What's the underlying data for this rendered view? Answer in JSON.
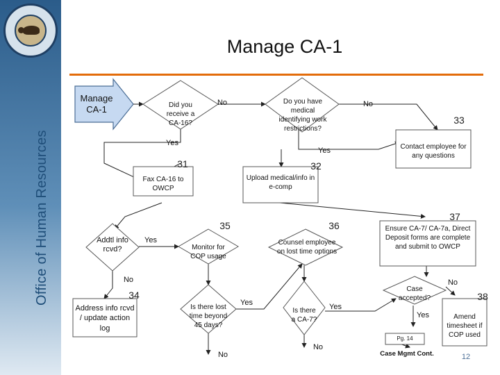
{
  "sidebar": {
    "title": "Office of Human Resources"
  },
  "header": {
    "title": "Manage CA-1"
  },
  "diagram": {
    "start_arrow": "Manage CA-1",
    "q_receive": "Did you receive a CA-16?",
    "q_medical": "Do you have medical identifying work restrictions?",
    "contact": "Contact employee for any questions",
    "fax": "Fax CA-16 to OWCP",
    "upload": "Upload medical/info in e-comp",
    "ensure": "Ensure CA-7/ CA-7a, Direct Deposit forms are complete and submit to OWCP",
    "q_addtl": "Addtl info rcvd?",
    "monitor": "Monitor for COP usage",
    "counsel": "Counsel employee on lost time options",
    "address": "Address info rcvd / update action log",
    "q_lost": "Is there lost time beyond 45 days?",
    "q_ca7": "Is there a CA-7?",
    "q_accepted": "Case accepted?",
    "amend": "Amend timesheet if COP used",
    "pg_ref": "Pg. 14",
    "case_mgmt": "Case Mgmt Cont.",
    "labels": {
      "no_receive": "No",
      "no_medical": "No",
      "yes_receive": "Yes",
      "yes_medical": "Yes",
      "yes_addtl": "Yes",
      "no_addtl": "No",
      "yes_lost": "Yes",
      "no_lost": "No",
      "yes_ca7": "Yes",
      "no_ca7": "No",
      "yes_accepted": "Yes",
      "no_accepted": "No"
    },
    "numbers": {
      "n33": "33",
      "n31": "31",
      "n32": "32",
      "n35": "35",
      "n36": "36",
      "n37": "37",
      "n34": "34",
      "n38": "38"
    }
  },
  "page_number": "12"
}
